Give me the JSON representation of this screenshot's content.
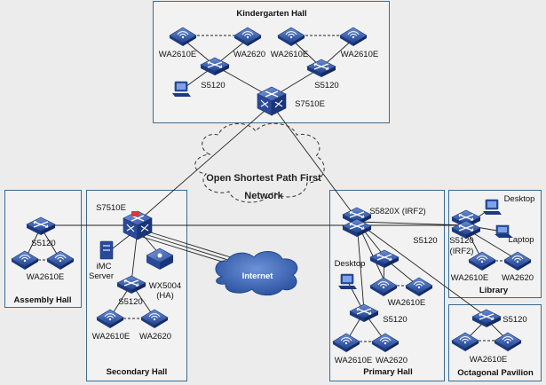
{
  "halls": {
    "kindergarten": "Kindergarten Hall",
    "assembly": "Assembly  Hall",
    "secondary": "Secondary Hall",
    "primary": "Primary Hall",
    "library": "Library",
    "octagonal": "Octagonal Pavilion"
  },
  "cloud": {
    "line1": "Open Shortest Path First",
    "line2": "Network"
  },
  "internet": "Internet",
  "kindergarten": {
    "ap1": "WA2610E",
    "ap2": "WA2620",
    "ap3": "WA2610E",
    "ap4": "WA2610E",
    "sw1": "S5120",
    "sw2": "S5120",
    "core": "S7510E"
  },
  "assembly": {
    "sw": "S5120",
    "ap": "WA2610E"
  },
  "secondary": {
    "core": "S7510E",
    "imc1": "iMC",
    "imc2": "Server",
    "wx1": "WX5004",
    "wx2": "(HA)",
    "sw": "S5120",
    "ap1": "WA2610E",
    "ap2": "WA2620"
  },
  "primary": {
    "core": "S5820X (IRF2)",
    "sw_right": "S5120",
    "desktop": "Desktop",
    "ap_mid": "WA2610E",
    "sw": "S5120",
    "ap1": "WA2610E",
    "ap2": "WA2620"
  },
  "library": {
    "desktop": "Desktop",
    "laptop": "Laptop",
    "sw1": "S5120",
    "sw2": "(IRF2)",
    "ap1": "WA2610E",
    "ap2": "WA2620"
  },
  "octagonal": {
    "sw": "S5120",
    "ap": "WA2610E"
  }
}
